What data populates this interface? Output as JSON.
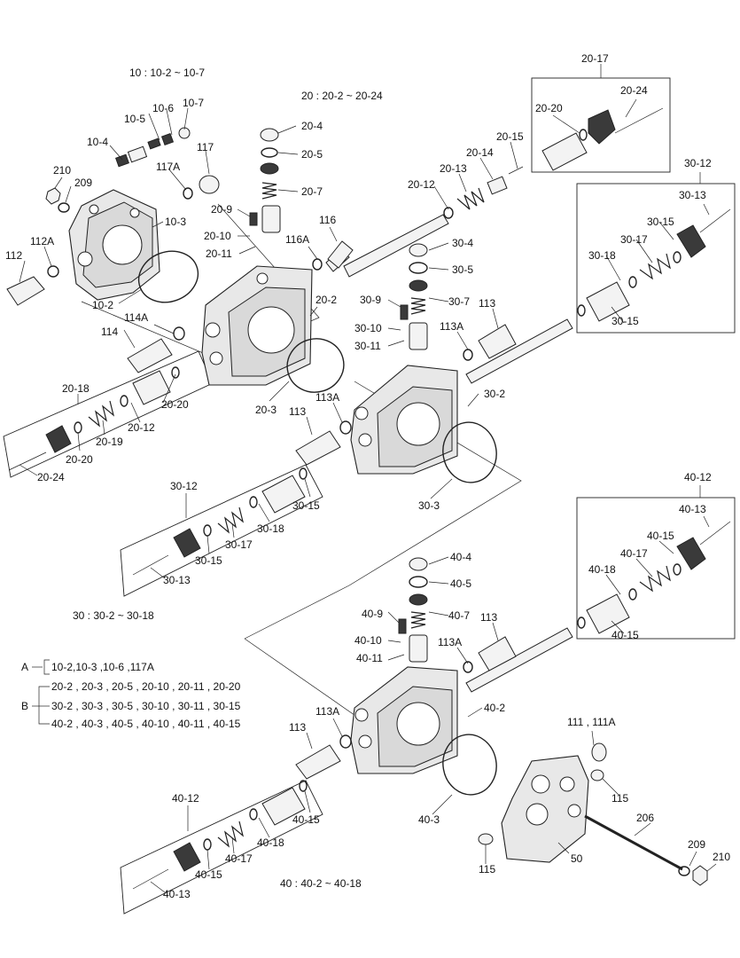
{
  "labels": {
    "l_10_2": "10-2",
    "l_10_3": "10-3",
    "l_10_4": "10-4",
    "l_10_5": "10-5",
    "l_10_6": "10-6",
    "l_10_7": "10-7",
    "l_117": "117",
    "l_117A": "117A",
    "l_210a": "210",
    "l_209a": "209",
    "l_112": "112",
    "l_112A": "112A",
    "l_20_2": "20-2",
    "l_20_3": "20-3",
    "l_20_4": "20-4",
    "l_20_5": "20-5",
    "l_20_7": "20-7",
    "l_20_9": "20-9",
    "l_20_10": "20-10",
    "l_20_11": "20-11",
    "l_20_12a": "20-12",
    "l_20_12b": "20-12",
    "l_20_13": "20-13",
    "l_20_14": "20-14",
    "l_20_15": "20-15",
    "l_20_17": "20-17",
    "l_20_18": "20-18",
    "l_20_19": "20-19",
    "l_20_20a": "20-20",
    "l_20_20b": "20-20",
    "l_20_20c": "20-20",
    "l_20_24a": "20-24",
    "l_20_24b": "20-24",
    "l_116": "116",
    "l_116A": "116A",
    "l_114": "114",
    "l_114A": "114A",
    "l_30_2": "30-2",
    "l_30_3": "30-3",
    "l_30_4": "30-4",
    "l_30_5": "30-5",
    "l_30_7": "30-7",
    "l_30_9": "30-9",
    "l_30_10": "30-10",
    "l_30_11": "30-11",
    "l_30_12a": "30-12",
    "l_30_12b": "30-12",
    "l_30_13a": "30-13",
    "l_30_13b": "30-13",
    "l_30_15a": "30-15",
    "l_30_15b": "30-15",
    "l_30_15c": "30-15",
    "l_30_15d": "30-15",
    "l_30_17a": "30-17",
    "l_30_17b": "30-17",
    "l_30_18a": "30-18",
    "l_30_18b": "30-18",
    "l_113a": "113",
    "l_113b": "113",
    "l_113c": "113",
    "l_113d": "113",
    "l_113Aa": "113A",
    "l_113Ab": "113A",
    "l_113Ac": "113A",
    "l_113Ad": "113A",
    "l_40_2": "40-2",
    "l_40_3": "40-3",
    "l_40_4": "40-4",
    "l_40_5": "40-5",
    "l_40_7": "40-7",
    "l_40_9": "40-9",
    "l_40_10": "40-10",
    "l_40_11": "40-11",
    "l_40_12a": "40-12",
    "l_40_12b": "40-12",
    "l_40_13a": "40-13",
    "l_40_13b": "40-13",
    "l_40_15a": "40-15",
    "l_40_15b": "40-15",
    "l_40_15c": "40-15",
    "l_40_15d": "40-15",
    "l_40_17a": "40-17",
    "l_40_17b": "40-17",
    "l_40_18a": "40-18",
    "l_40_18b": "40-18",
    "l_111": "111 , 111A",
    "l_115a": "115",
    "l_115b": "115",
    "l_206": "206",
    "l_209b": "209",
    "l_210b": "210",
    "l_50": "50"
  },
  "notes": {
    "n10": "10 : 10-2 ~ 10-7",
    "n20": "20 : 20-2 ~ 20-24",
    "n30": "30 : 30-2 ~ 30-18",
    "n40": "40 : 40-2 ~ 40-18"
  },
  "legend": {
    "A_key": "A",
    "A_row": "10-2,10-3 ,10-6 ,117A",
    "B_key": "B",
    "B_row1": "20-2 , 20-3 , 20-5 , 20-10 , 20-11 , 20-20",
    "B_row2": "30-2 , 30-3 , 30-5 , 30-10 , 30-11 , 30-15",
    "B_row3": "40-2 , 40-3 , 40-5 , 40-10 , 40-11 , 40-15"
  }
}
